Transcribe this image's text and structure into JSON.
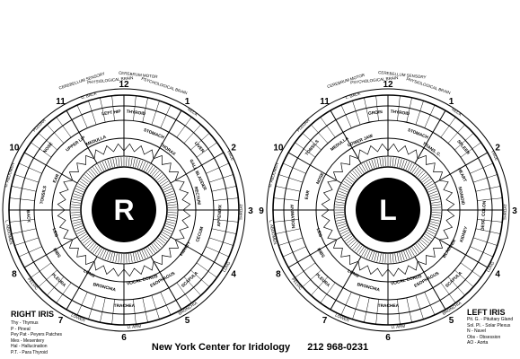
{
  "footer": {
    "org": "New York Center for Iridology",
    "phone": "212 968-0231"
  },
  "right_iris": {
    "title": "RIGHT IRIS",
    "pupil_letter": "R",
    "legend": [
      "Thy - Thymus",
      "P - Pineal",
      "Pey Pat - Peyers Patches",
      "Mes - Mesentery",
      "Hal - Hallucination",
      "P.T. - Para Thyroid"
    ],
    "clock": [
      "12",
      "1",
      "2",
      "3",
      "4",
      "5",
      "6",
      "7",
      "8",
      "9",
      "10",
      "11"
    ],
    "rim_labels": [
      "NECK",
      "FACE",
      "THROAT",
      "LUNG",
      "BRONCHIA",
      "U. ARM",
      "LOWER",
      "PELVIC",
      "L. ABDOMEN",
      "U. ABDOMEN",
      "PLEURA",
      "U. BACK"
    ],
    "top_labels": [
      "CEREBELLUM SENSORY",
      "PHYSIOLOGICAL BRAIN",
      "CEREBRUM MOTOR",
      "PSYCHOLOGICAL BRAIN"
    ],
    "inner_labels": [
      "THYROID",
      "STOMACH",
      "THORAX",
      "LIVER",
      "GALL BLADDER",
      "RECTUM",
      "APPENDIX",
      "CECUM",
      "KIDNEY",
      "SCAPULA",
      "ESOPHAGUS",
      "VOCAL CORDS",
      "TRACHEA",
      "BRONCHIA",
      "LUNG",
      "PLEURA",
      "RIBS",
      "LEG",
      "BACK",
      "TONSILS",
      "EAR",
      "NOSE",
      "UPPER LIP",
      "MEDULLA",
      "LEFT HIP"
    ]
  },
  "left_iris": {
    "title": "LEFT IRIS",
    "pupil_letter": "L",
    "legend": [
      "Pit. G. - Pituitary Gland",
      "Sol. Pl. - Solar Plexus",
      "N - Navel",
      "Obs - Obsession",
      "AO - Aorta"
    ],
    "clock": [
      "12",
      "1",
      "2",
      "3",
      "4",
      "5",
      "6",
      "7",
      "8",
      "9",
      "10",
      "11"
    ],
    "rim_labels": [
      "NECK",
      "FACE",
      "THROAT",
      "LUNG",
      "BRONCHIA",
      "U. ARM",
      "LOWER",
      "PELVIC",
      "L. ABDOMEN",
      "U. ABDOMEN",
      "PLEURA",
      "L. BACK"
    ],
    "top_labels": [
      "CEREBRUM MOTOR",
      "PSYCHOLOGICAL BRAIN",
      "CEREBELLUM SENSORY",
      "PHYSIOLOGICAL BRAIN"
    ],
    "inner_labels": [
      "THYROID",
      "STOMACH",
      "TRANS. C.",
      "SPLEEN",
      "HEART",
      "SIGMOID",
      "DESC. COLON",
      "KIDNEY",
      "BLADDER",
      "SCAPULA",
      "ESOPHAGUS",
      "VOCAL CORDS",
      "TRACHEA",
      "BRONCHIA",
      "LUNG",
      "PLEURA",
      "RIBS",
      "LEG",
      "ANIMATION",
      "EAR",
      "NOSE",
      "TONSILS",
      "MEDULLA",
      "LOWER JAW",
      "GROIN"
    ]
  }
}
